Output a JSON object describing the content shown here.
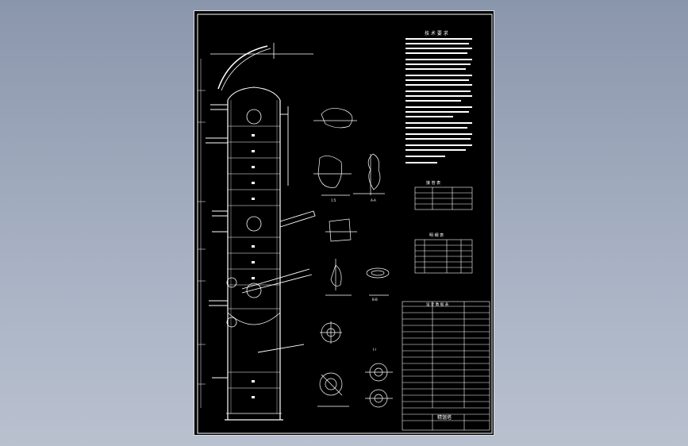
{
  "viewer": {
    "background_color": "#8a96ac",
    "sheet_color": "#000000",
    "line_color": "#ffffff"
  },
  "drawing": {
    "technical_requirements_title": "技 术 要 求",
    "nozzle_table_title": "接 管 表",
    "parts_list_title": "明 细 表",
    "design_data_title": "设 计 数 据 表",
    "title_block_name": "精馏塔",
    "section_labels": [
      "1:5",
      "A-A",
      "B-B",
      "I-I"
    ]
  }
}
